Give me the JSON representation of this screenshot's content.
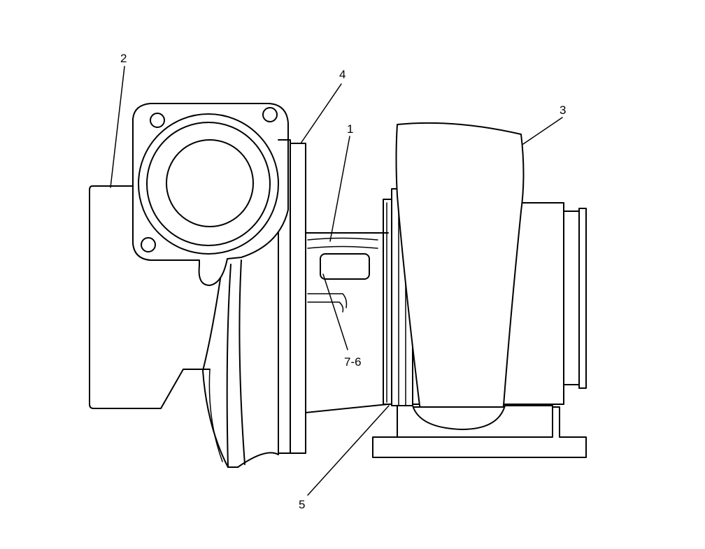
{
  "callouts": [
    {
      "id": "c1",
      "label": "1"
    },
    {
      "id": "c2",
      "label": "2"
    },
    {
      "id": "c3",
      "label": "3"
    },
    {
      "id": "c4",
      "label": "4"
    },
    {
      "id": "c5",
      "label": "5"
    },
    {
      "id": "c76",
      "label": "7-6"
    }
  ],
  "colors": {
    "ink": "#000000",
    "paper": "#ffffff"
  }
}
